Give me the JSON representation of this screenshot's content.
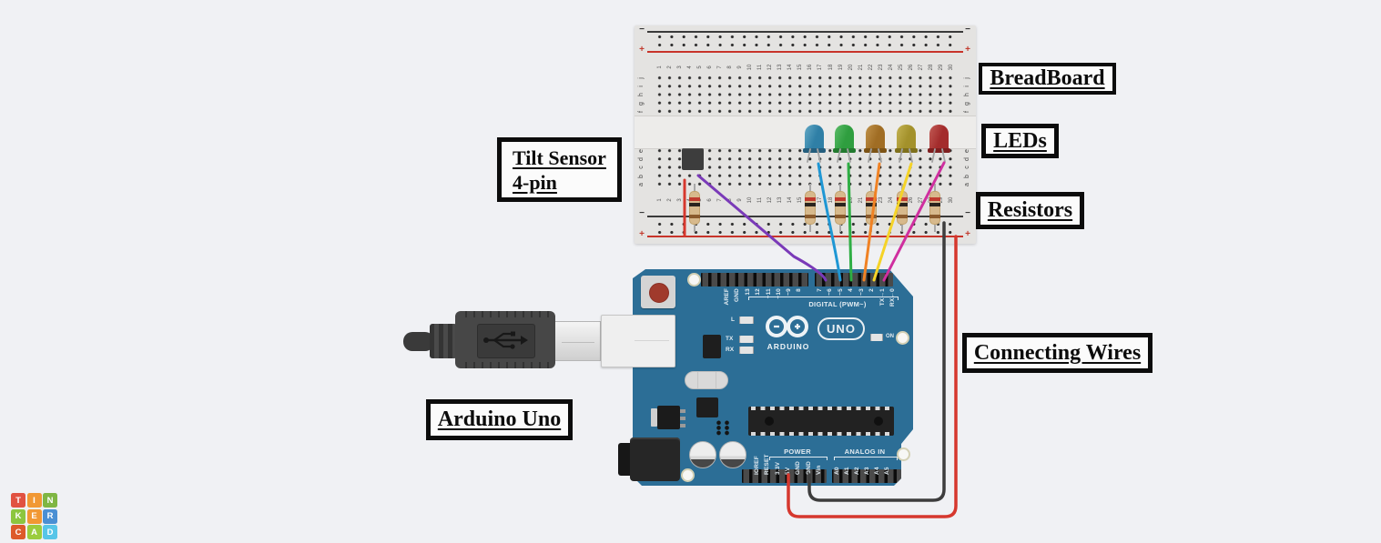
{
  "scene": {
    "background": "#f0f1f4",
    "arduino_blue": "#2c6e96",
    "breadboard_gray": "#e4e3e1",
    "label_border": "#0c0c0c",
    "label_bg": "#fbfbfb"
  },
  "labels": {
    "breadboard": "BreadBoard",
    "leds": "LEDs",
    "resistors": "Resistors",
    "tilt_line1": "Tilt Sensor",
    "tilt_line2": "4-pin",
    "arduino": "Arduino Uno",
    "wires": "Connecting Wires"
  },
  "breadboard": {
    "columns": 30,
    "column_numbers": [
      1,
      2,
      3,
      4,
      5,
      6,
      7,
      8,
      9,
      10,
      11,
      12,
      13,
      14,
      15,
      16,
      17,
      18,
      19,
      20,
      21,
      22,
      23,
      24,
      25,
      26,
      27,
      28,
      29,
      30
    ],
    "row_letters_top": [
      "j",
      "i",
      "h",
      "g",
      "f"
    ],
    "row_letters_bottom": [
      "e",
      "d",
      "c",
      "b",
      "a"
    ],
    "minus_sign": "−",
    "plus_sign": "+"
  },
  "arduino": {
    "digital_pins": [
      "AREF",
      "GND",
      "13",
      "12",
      "~11",
      "~10",
      "~9",
      "8",
      "7",
      "~6",
      "~5",
      "4",
      "~3",
      "2",
      "TX→1",
      "RX←0"
    ],
    "digital_caption": "DIGITAL (PWM~)",
    "power_pins": [
      "IOREF",
      "RESET",
      "3.3V",
      "5V",
      "GND",
      "GND",
      "Vin"
    ],
    "power_caption": "POWER",
    "analog_pins": [
      "A0",
      "A1",
      "A2",
      "A3",
      "A4",
      "A5"
    ],
    "analog_caption": "ANALOG IN",
    "brand": "ARDUINO",
    "model": "UNO",
    "led_l": "L",
    "led_tx": "TX",
    "led_rx": "RX",
    "led_on": "ON"
  },
  "components": {
    "tilt_sensor_color": "#3d3d3d",
    "leds": [
      {
        "name": "led-blue",
        "body": "#2f7fa6",
        "light": "#64a9c5",
        "dark": "#255e7d"
      },
      {
        "name": "led-green",
        "body": "#2f9e3f",
        "light": "#5cbc69",
        "dark": "#237a2f"
      },
      {
        "name": "led-amber",
        "body": "#a06d24",
        "light": "#c0924a",
        "dark": "#7d5416"
      },
      {
        "name": "led-yellow",
        "body": "#a3912b",
        "light": "#c3b252",
        "dark": "#7f701c"
      },
      {
        "name": "led-red",
        "body": "#a32c2c",
        "light": "#c25b55",
        "dark": "#7e1f1f"
      }
    ],
    "resistor": {
      "body": "#d7b98c",
      "border": "#c2a26c",
      "bands": [
        "#c03a2e",
        "#2a241e",
        "#8a5a2c"
      ],
      "lead": "#a8a8a8",
      "count": 6
    },
    "wires": [
      {
        "name": "tilt-signal",
        "color": "#7a3ab8"
      },
      {
        "name": "led1-signal",
        "color": "#1f97d4"
      },
      {
        "name": "led2-signal",
        "color": "#2fae44"
      },
      {
        "name": "led3-signal",
        "color": "#f08224"
      },
      {
        "name": "led4-signal",
        "color": "#f5d327"
      },
      {
        "name": "led5-signal",
        "color": "#cf2f9f"
      },
      {
        "name": "rail-jumper",
        "color": "#d6382e"
      },
      {
        "name": "power-5v",
        "color": "#d6382e"
      },
      {
        "name": "ground",
        "color": "#3d3d3d"
      }
    ]
  },
  "logo": {
    "tiles": [
      {
        "ch": "T",
        "color": "#e15241"
      },
      {
        "ch": "I",
        "color": "#f19833"
      },
      {
        "ch": "N",
        "color": "#7fb643"
      },
      {
        "ch": "K",
        "color": "#8cc63f"
      },
      {
        "ch": "E",
        "color": "#f19833"
      },
      {
        "ch": "R",
        "color": "#4a8fd3"
      },
      {
        "ch": "C",
        "color": "#dd5a2b"
      },
      {
        "ch": "A",
        "color": "#9bcc3d"
      },
      {
        "ch": "D",
        "color": "#57c5e8"
      }
    ]
  }
}
